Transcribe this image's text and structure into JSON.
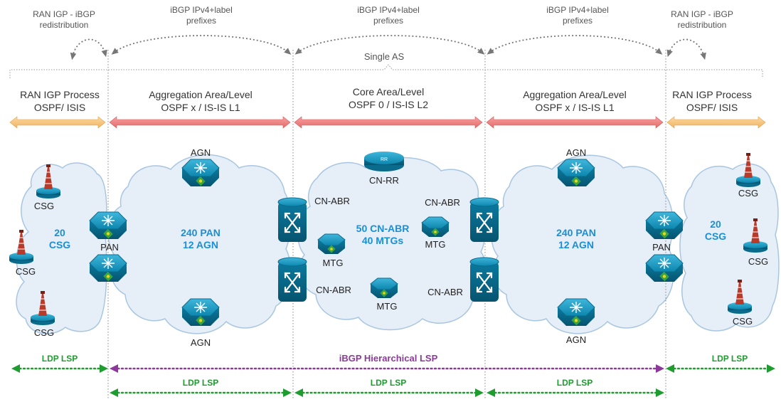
{
  "top_labels": {
    "ran_left": [
      "RAN IGP - iBGP",
      "redistribution"
    ],
    "ibgp_left": [
      "iBGP IPv4+label",
      "prefixes"
    ],
    "ibgp_mid": [
      "iBGP IPv4+label",
      "prefixes"
    ],
    "ibgp_right": [
      "iBGP IPv4+label",
      "prefixes"
    ],
    "ran_right": [
      "RAN IGP - iBGP",
      "redistribution"
    ],
    "single_as": "Single AS"
  },
  "areas": {
    "ran_left": [
      "RAN IGP Process",
      "OSPF/ ISIS"
    ],
    "agg_left": [
      "Aggregation Area/Level",
      "OSPF x / IS-IS L1"
    ],
    "core": [
      "Core Area/Level",
      "OSPF 0 / IS-IS L2"
    ],
    "agg_right": [
      "Aggregation Area/Level",
      "OSPF x / IS-IS L1"
    ],
    "ran_right": [
      "RAN IGP Process",
      "OSPF/ ISIS"
    ]
  },
  "nodes": {
    "csg": "CSG",
    "pan": "PAN",
    "agn": "AGN",
    "cn_abr": "CN-ABR",
    "cn_rr": "CN-RR",
    "mtg": "MTG",
    "rr_badge": "RR"
  },
  "cloud_counts": {
    "ran_left": [
      "20",
      "CSG"
    ],
    "agg_left": [
      "240 PAN",
      "12 AGN"
    ],
    "core": [
      "50 CN-ABR",
      "40 MTGs"
    ],
    "agg_right": [
      "240 PAN",
      "12 AGN"
    ],
    "ran_right": [
      "20",
      "CSG"
    ]
  },
  "lsp": {
    "ldp": "LDP LSP",
    "ibgp": "iBGP  Hierarchical LSP"
  },
  "colors": {
    "ran_arrow": "#f6c07a",
    "area_arrow": "#ef7c7c",
    "ldp": "#1f9c2f",
    "ibgp": "#8b3a9a",
    "cloud_count": "#1b8fd6",
    "cloud_fill": "#e6eef7",
    "cloud_stroke": "#a8c6e2",
    "device_teal": "#0f8fb7"
  }
}
